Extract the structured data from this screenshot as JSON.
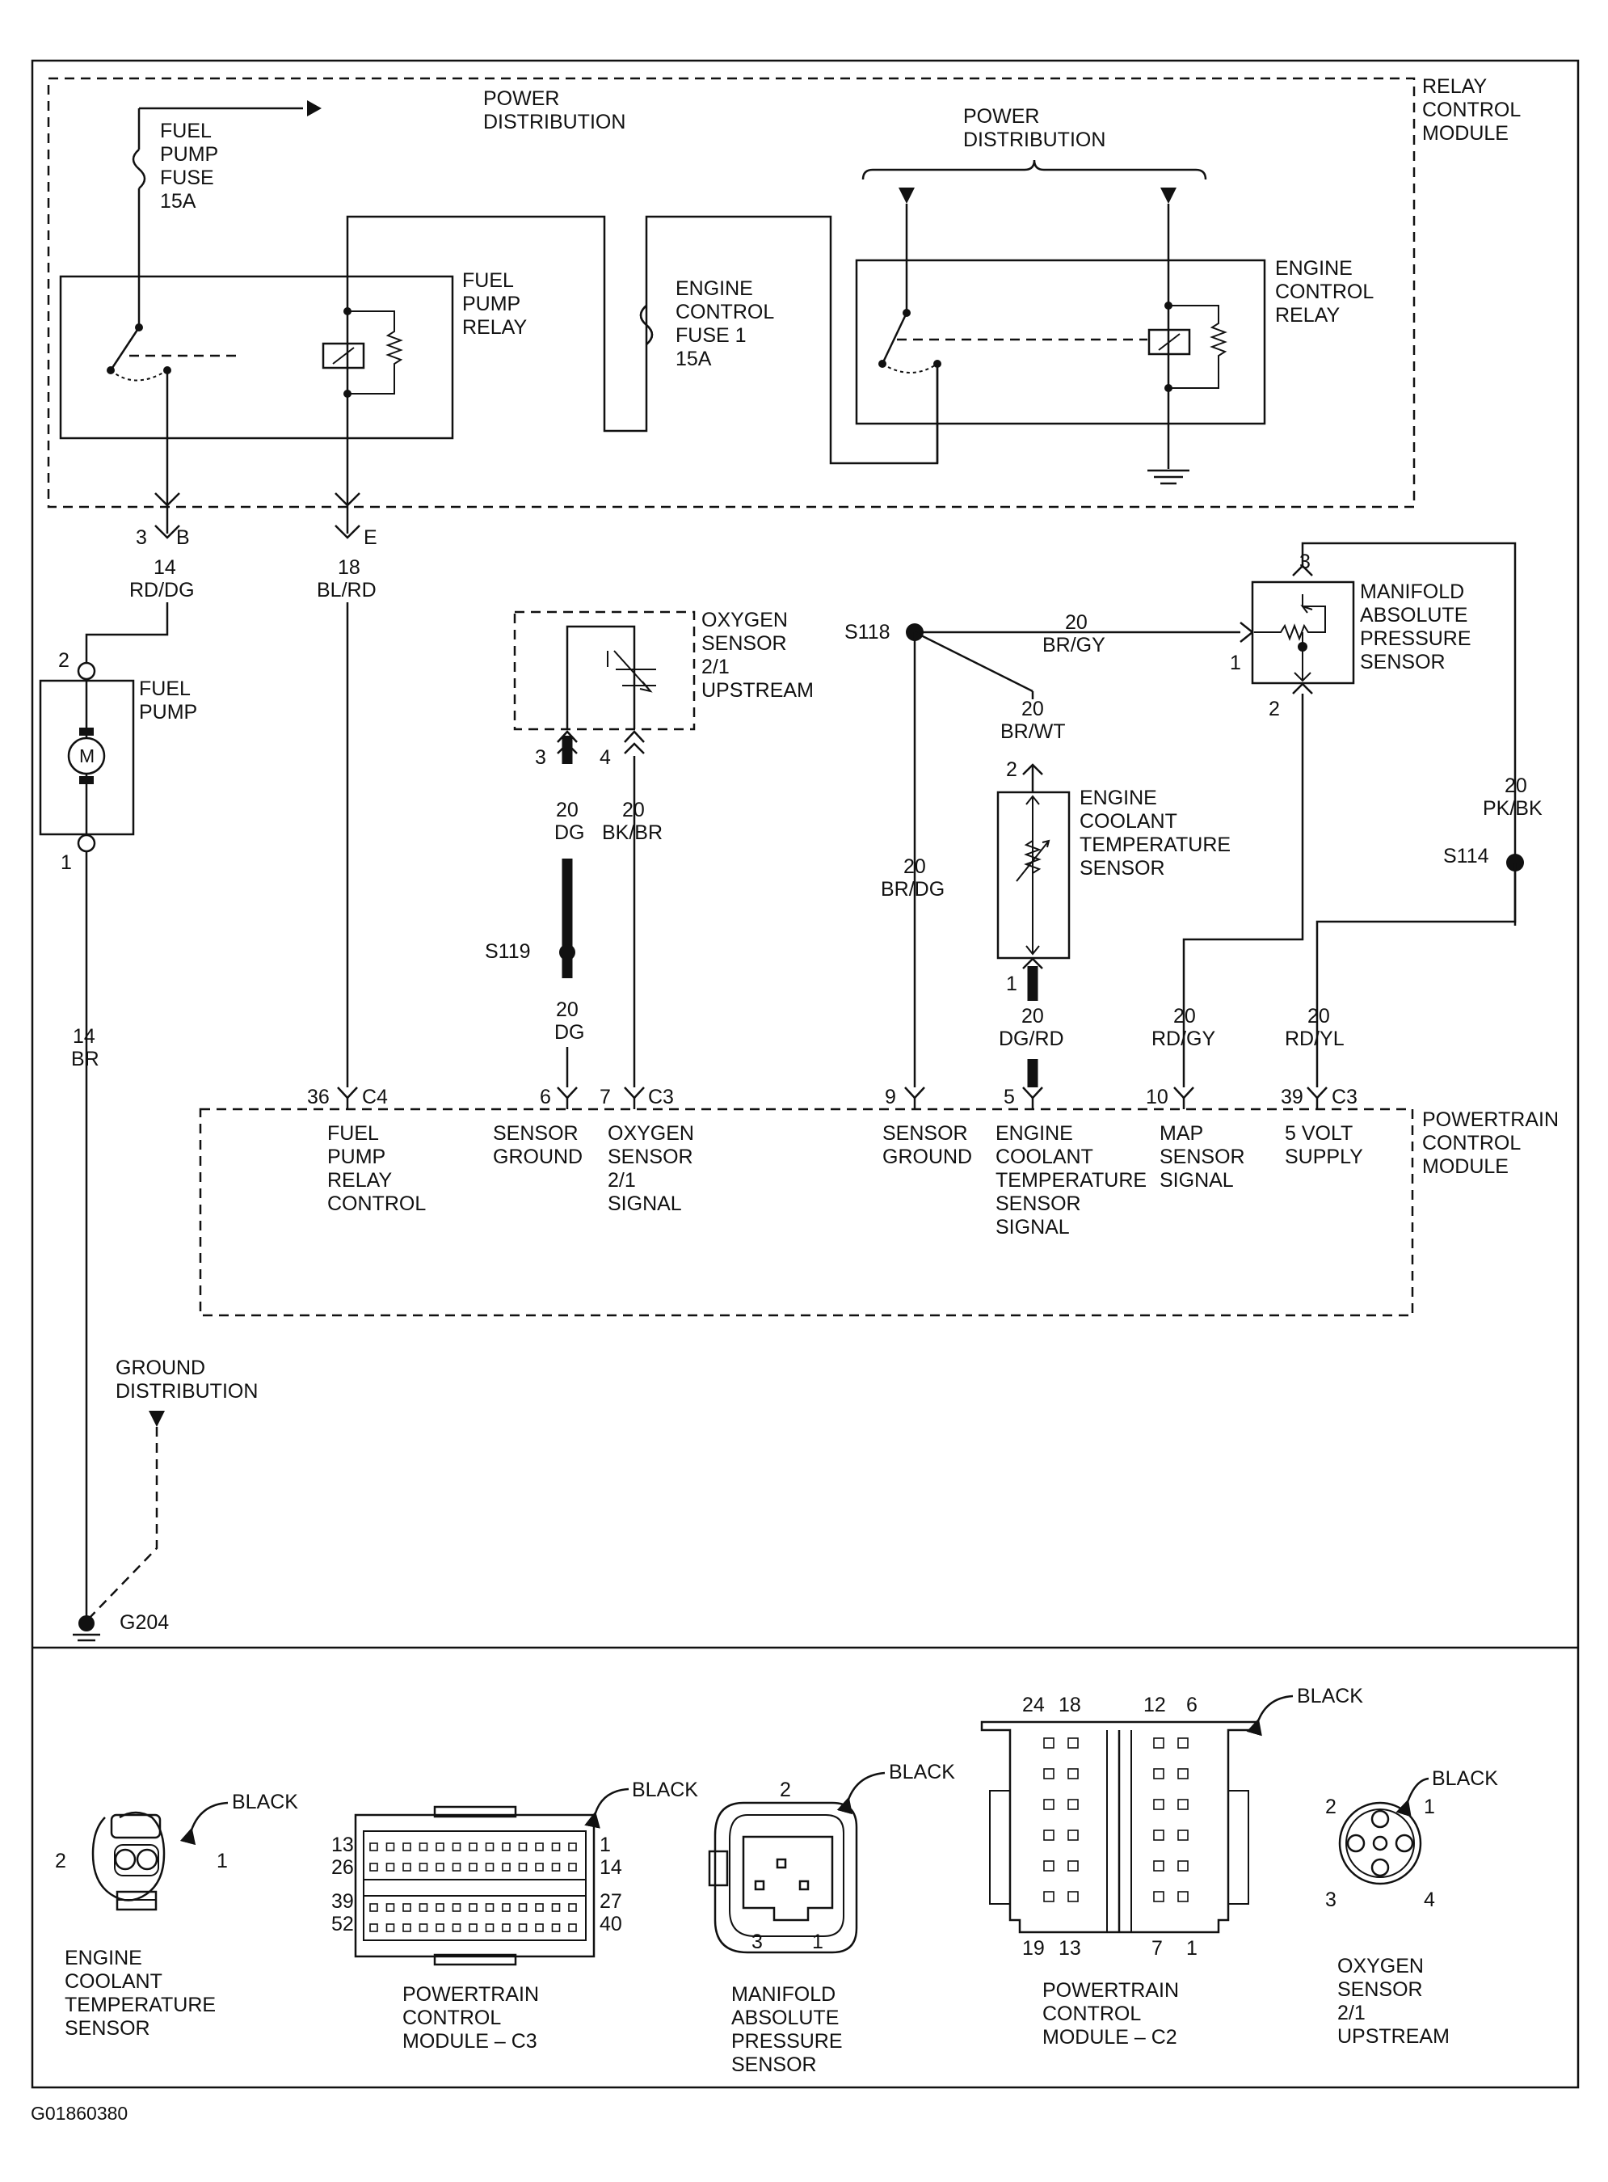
{
  "document_id": "G01860380",
  "modules": {
    "relay_control": "RELAY\nCONTROL\nMODULE",
    "powertrain_control": "POWERTRAIN\nCONTROL\nMODULE"
  },
  "power_distribution_top": "POWER\nDISTRIBUTION",
  "power_distribution_right": "POWER\nDISTRIBUTION",
  "ground_distribution": "GROUND\nDISTRIBUTION",
  "fuel_pump_fuse": "FUEL\nPUMP\nFUSE\n15A",
  "fuel_pump_relay": "FUEL\nPUMP\nRELAY",
  "engine_control_fuse": "ENGINE\nCONTROL\nFUSE 1\n15A",
  "engine_control_relay": "ENGINE\nCONTROL\nRELAY",
  "fuel_pump": "FUEL\nPUMP",
  "motor_symbol": "M",
  "oxygen_sensor": "OXYGEN\nSENSOR\n2/1\nUPSTREAM",
  "ect_sensor": "ENGINE\nCOOLANT\nTEMPERATURE\nSENSOR",
  "map_sensor": "MANIFOLD\nABSOLUTE\nPRESSURE\nSENSOR",
  "ground_g204": "G204",
  "splices": {
    "s118": "S118",
    "s119": "S119",
    "s114": "S114"
  },
  "rcm_connectors": {
    "fp_pin": "3",
    "fp_cav": "B",
    "ecr_pin": "",
    "ecr_cav": "E"
  },
  "wires": {
    "rd_dg_gauge": "14",
    "rd_dg_color": "RD/DG",
    "bl_rd_gauge": "18",
    "bl_rd_color": "BL/RD",
    "br14_gauge": "14",
    "br14_color": "BR",
    "dg_top_gauge": "20",
    "dg_top_color": "DG",
    "dg_bot_gauge": "20",
    "dg_bot_color": "DG",
    "bk_br_gauge": "20",
    "bk_br_color": "BK/BR",
    "br_gy_gauge": "20",
    "br_gy_color": "BR/GY",
    "br_wt_gauge": "20",
    "br_wt_color": "BR/WT",
    "br_dg_gauge": "20",
    "br_dg_color": "BR/DG",
    "dg_rd_gauge": "20",
    "dg_rd_color": "DG/RD",
    "rd_gy_gauge": "20",
    "rd_gy_color": "RD/GY",
    "rd_yl_gauge": "20",
    "rd_yl_color": "RD/YL",
    "pk_bk_gauge": "20",
    "pk_bk_color": "PK/BK"
  },
  "pins": {
    "fp_2": "2",
    "fp_1": "1",
    "o2_3": "3",
    "o2_4": "4",
    "ect_2": "2",
    "ect_1": "1",
    "map_3": "3",
    "map_1": "1",
    "map_2": "2"
  },
  "pcm_pins": {
    "p36": "36",
    "c4": "C4",
    "p6": "6",
    "p7": "7",
    "c3a": "C3",
    "p9": "9",
    "p5": "5",
    "p10": "10",
    "p39": "39",
    "c3b": "C3"
  },
  "pcm_labels": {
    "fp_relay_control": "FUEL\nPUMP\nRELAY\nCONTROL",
    "sensor_ground_1": "SENSOR\nGROUND",
    "o2_signal": "OXYGEN\nSENSOR\n2/1\nSIGNAL",
    "sensor_ground_2": "SENSOR\nGROUND",
    "ect_signal": "ENGINE\nCOOLANT\nTEMPERATURE\nSENSOR\nSIGNAL",
    "map_signal": "MAP\nSENSOR\nSIGNAL",
    "five_volt": "5 VOLT\nSUPPLY"
  },
  "connectors": {
    "ect": {
      "title": "ENGINE\nCOOLANT\nTEMPERATURE\nSENSOR",
      "color": "BLACK",
      "p2": "2",
      "p1": "1"
    },
    "pcm_c3": {
      "title": "POWERTRAIN\nCONTROL\nMODULE – C3",
      "color": "BLACK",
      "l1": "13",
      "l2": "26",
      "l3": "39",
      "l4": "52",
      "r1": "1",
      "r2": "14",
      "r3": "27",
      "r4": "40"
    },
    "map": {
      "title": "MANIFOLD\nABSOLUTE\nPRESSURE\nSENSOR",
      "color": "BLACK",
      "p2": "2",
      "p3": "3",
      "p1": "1"
    },
    "pcm_c2": {
      "title": "POWERTRAIN\nCONTROL\nMODULE – C2",
      "color": "BLACK",
      "t1": "24",
      "t2": "18",
      "t3": "12",
      "t4": "6",
      "b1": "19",
      "b2": "13",
      "b3": "7",
      "b4": "1"
    },
    "o2": {
      "title": "OXYGEN\nSENSOR\n2/1\nUPSTREAM",
      "color": "BLACK",
      "p2": "2",
      "p1": "1",
      "p3": "3",
      "p4": "4"
    }
  }
}
